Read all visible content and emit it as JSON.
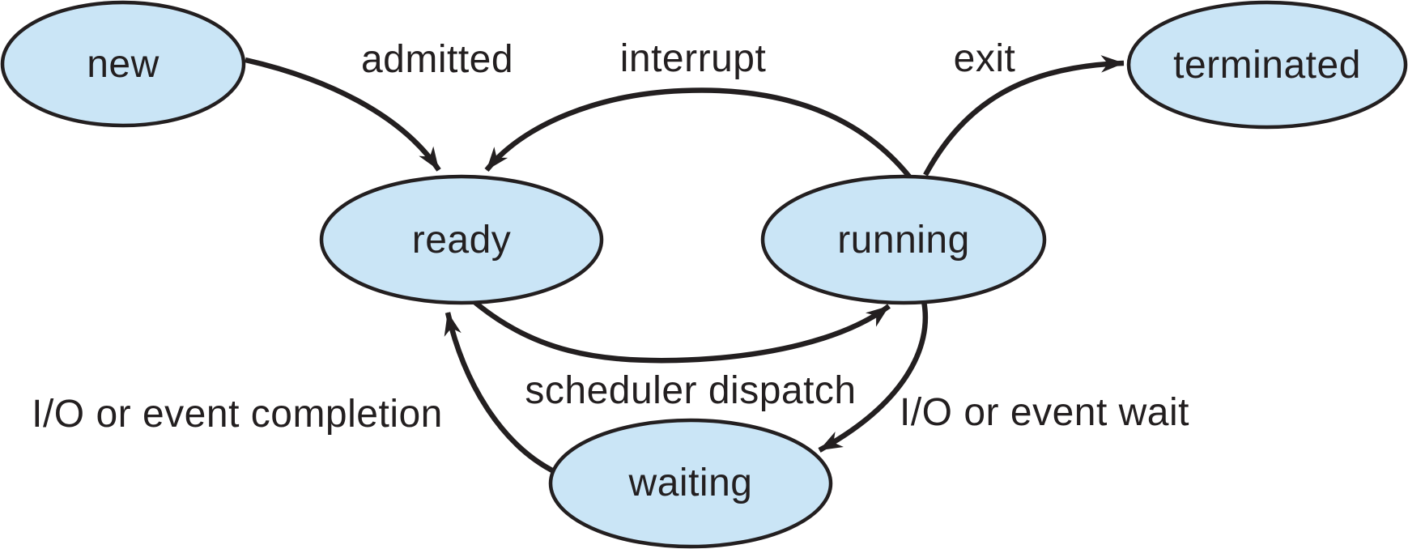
{
  "diagram": {
    "name": "process-state-diagram",
    "colors": {
      "background": "#ffffff",
      "state_fill": "#cae5f6",
      "state_stroke": "#231f20",
      "arrow": "#231f20",
      "text": "#231f20"
    },
    "states": [
      {
        "id": "new",
        "label": "new"
      },
      {
        "id": "ready",
        "label": "ready"
      },
      {
        "id": "running",
        "label": "running"
      },
      {
        "id": "waiting",
        "label": "waiting"
      },
      {
        "id": "terminated",
        "label": "terminated"
      }
    ],
    "transitions": [
      {
        "id": "admitted",
        "label": "admitted",
        "from": "new",
        "to": "ready"
      },
      {
        "id": "interrupt",
        "label": "interrupt",
        "from": "running",
        "to": "ready"
      },
      {
        "id": "exit",
        "label": "exit",
        "from": "running",
        "to": "terminated"
      },
      {
        "id": "scheduler-dispatch",
        "label": "scheduler dispatch",
        "from": "ready",
        "to": "running"
      },
      {
        "id": "io-wait",
        "label": "I/O or event wait",
        "from": "running",
        "to": "waiting"
      },
      {
        "id": "io-completion",
        "label": "I/O or event completion",
        "from": "waiting",
        "to": "ready"
      }
    ]
  }
}
